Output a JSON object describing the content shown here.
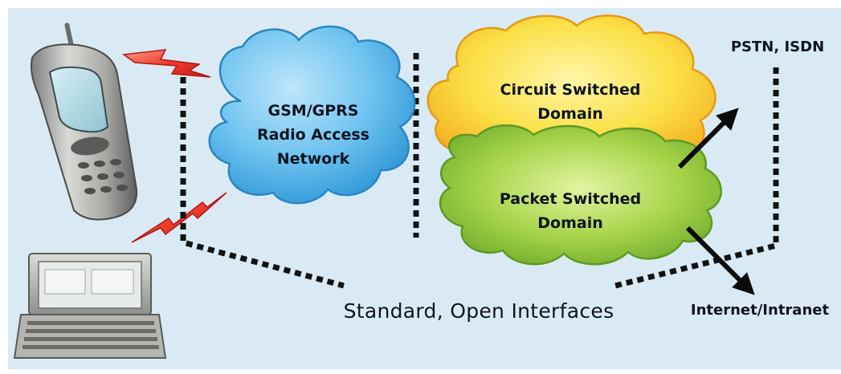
{
  "colors": {
    "background": "#daeaf4",
    "ran_cloud": "#56b9ec",
    "circuit_cloud": "#f6d526",
    "packet_cloud": "#8cc63a",
    "lightning": "#ef3b2c",
    "dotted_line": "#111111"
  },
  "icons": {
    "phone": "mobile-phone-icon",
    "laptop": "handheld-computer-icon",
    "radio_link": "lightning-bolt-icon"
  },
  "ran": {
    "line1": "GSM/GPRS",
    "line2": "Radio Access",
    "line3": "Network"
  },
  "circuit": {
    "line1": "Circuit Switched",
    "line2": "Domain"
  },
  "packet": {
    "line1": "Packet Switched",
    "line2": "Domain"
  },
  "external": {
    "pstn": "PSTN, ISDN",
    "internet": "Internet/Intranet"
  },
  "footer": {
    "interfaces": "Standard, Open Interfaces"
  }
}
